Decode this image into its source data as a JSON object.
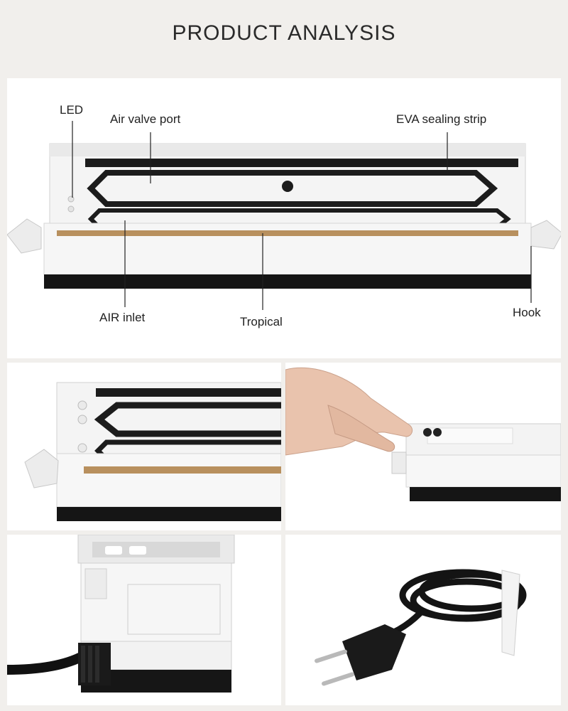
{
  "page": {
    "title": "PRODUCT ANALYSIS",
    "background": "#f1efec"
  },
  "main_panel": {
    "labels": {
      "led": "LED",
      "air_valve_port": "Air valve port",
      "eva_sealing_strip": "EVA sealing strip",
      "air_inlet": "AIR inlet",
      "tropical": "Tropical",
      "hook": "Hook"
    }
  },
  "colors": {
    "body_white": "#f6f6f6",
    "base_black": "#151515",
    "gasket_black": "#1c1c1c",
    "heating_strip": "#b8905e",
    "leader_line": "#222222"
  },
  "thumbnails": [
    {
      "icon": "sealer-closeup-icon"
    },
    {
      "icon": "hand-pressing-lid-icon"
    },
    {
      "icon": "power-port-icon"
    },
    {
      "icon": "power-plug-icon"
    }
  ]
}
